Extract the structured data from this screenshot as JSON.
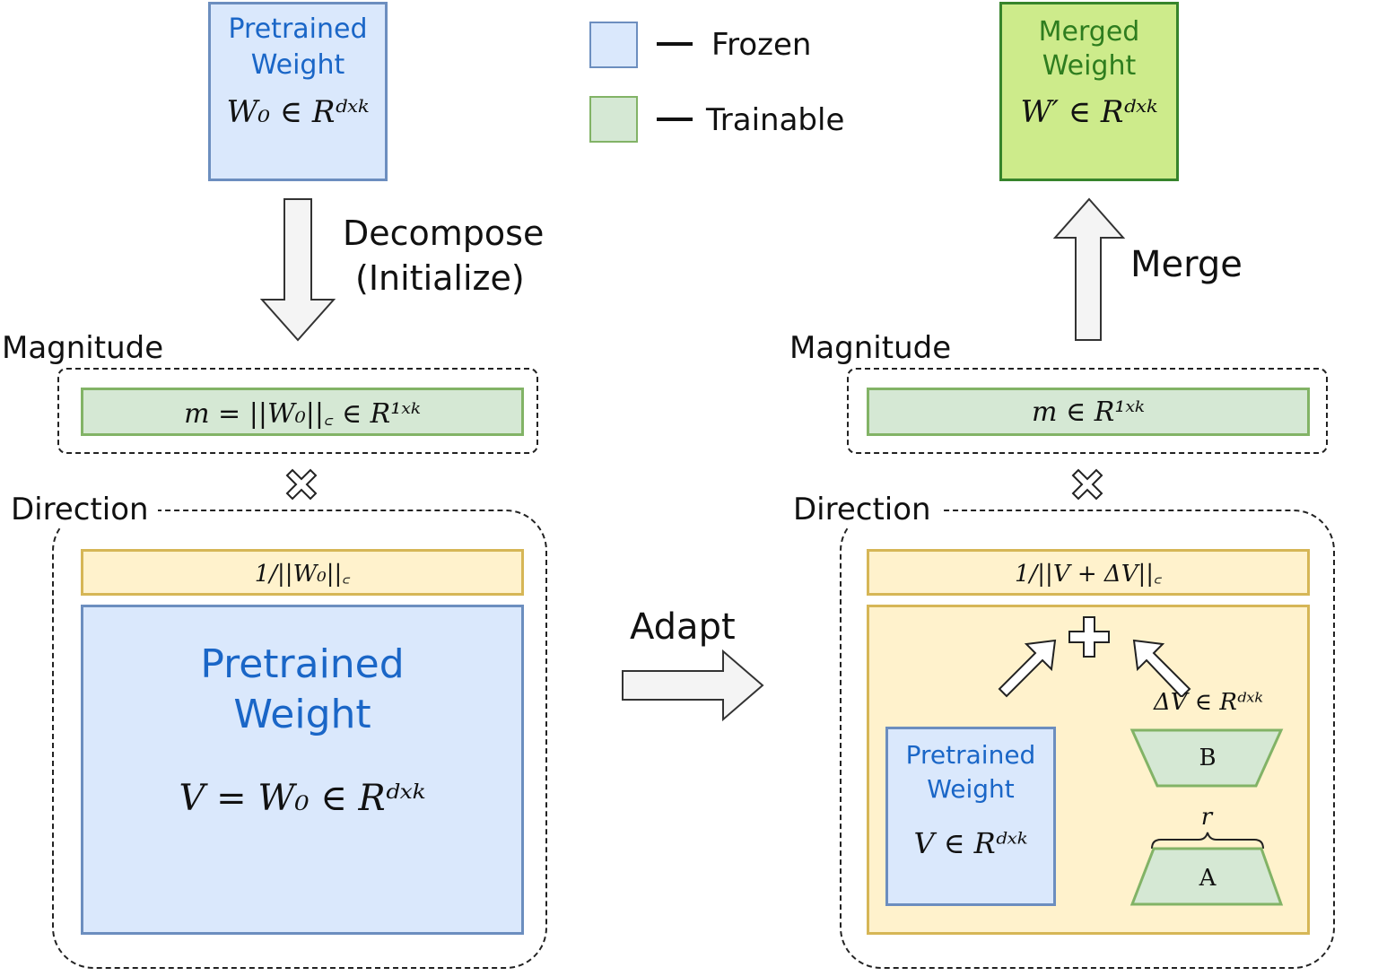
{
  "legend": {
    "frozen_label": "Frozen",
    "trainable_label": "Trainable",
    "frozen_color": "#dae8fc",
    "trainable_color": "#d5e8d4"
  },
  "top_left": {
    "title": "Pretrained Weight",
    "formula": "W₀ ∈ Rᵈˣᵏ"
  },
  "top_right": {
    "title": "Merged Weight",
    "formula": "W′ ∈ Rᵈˣᵏ"
  },
  "arrows": {
    "decompose_line1": "Decompose",
    "decompose_line2": "(Initialize)",
    "merge": "Merge",
    "adapt": "Adapt"
  },
  "left_panel": {
    "magnitude_label": "Magnitude",
    "magnitude_formula": "m = ||W₀||꜀ ∈ R¹ˣᵏ",
    "multiply_symbol": "✕",
    "direction_label": "Direction",
    "norm_formula": "1/||W₀||꜀",
    "weight_title_line1": "Pretrained",
    "weight_title_line2": "Weight",
    "weight_formula": "V = W₀ ∈ Rᵈˣᵏ"
  },
  "right_panel": {
    "magnitude_label": "Magnitude",
    "magnitude_formula": "m ∈ R¹ˣᵏ",
    "multiply_symbol": "✕",
    "direction_label": "Direction",
    "norm_formula": "1/||V + ΔV||꜀",
    "plus_symbol": "+",
    "weight_title_line1": "Pretrained",
    "weight_title_line2": "Weight",
    "weight_formula": "V ∈ Rᵈˣᵏ",
    "delta_formula": "ΔV ∈ Rᵈˣᵏ",
    "matrix_b": "B",
    "matrix_a": "A",
    "rank_label": "r"
  }
}
